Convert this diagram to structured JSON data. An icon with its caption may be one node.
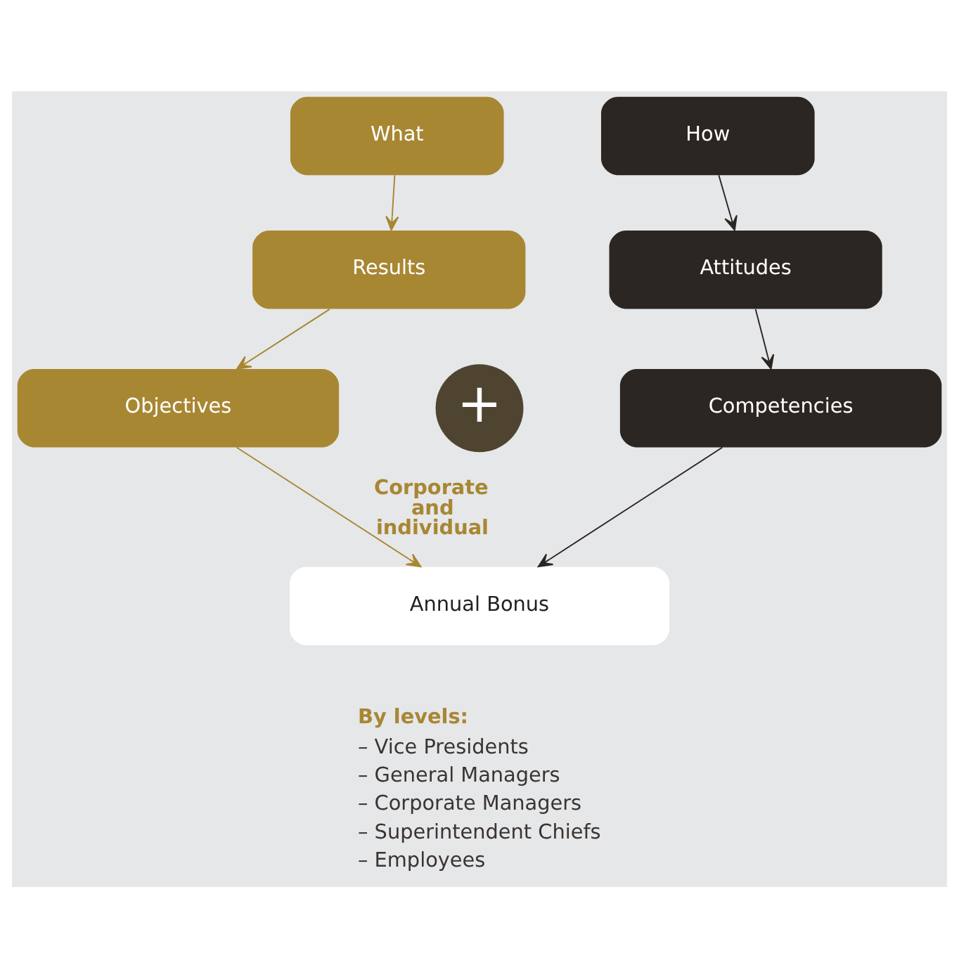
{
  "diagram": {
    "nodes": [
      {
        "text": [
          "What"
        ]
      },
      {
        "text": [
          "How"
        ]
      },
      {
        "text": [
          "Results"
        ]
      },
      {
        "text": [
          "Attitudes"
        ]
      },
      {
        "text": [
          "Objectives"
        ]
      },
      {
        "text": [
          "+"
        ]
      },
      {
        "text": [
          "Competencies"
        ]
      },
      {
        "text": [
          "Annual Bonus"
        ]
      }
    ],
    "edges": [
      {
        "from": 0,
        "to": 2,
        "arrow": "to",
        "color": "#a88733"
      },
      {
        "from": 2,
        "to": 4,
        "arrow": "to",
        "color": "#a88733"
      },
      {
        "from": 4,
        "to": 7,
        "arrow": "to",
        "color": "#a88733",
        "label": "Corporate and individual"
      },
      {
        "from": 1,
        "to": 3,
        "arrow": "to",
        "color": "#2b2622"
      },
      {
        "from": 3,
        "to": 6,
        "arrow": "to",
        "color": "#2b2622"
      },
      {
        "from": 6,
        "to": 7,
        "arrow": "to",
        "color": "#2b2622"
      }
    ],
    "labels": [
      "By levels:",
      "– Vice Presidents",
      "– General Managers",
      "– Corporate Managers",
      "– Superintendent Chiefs",
      "– Employees"
    ]
  }
}
